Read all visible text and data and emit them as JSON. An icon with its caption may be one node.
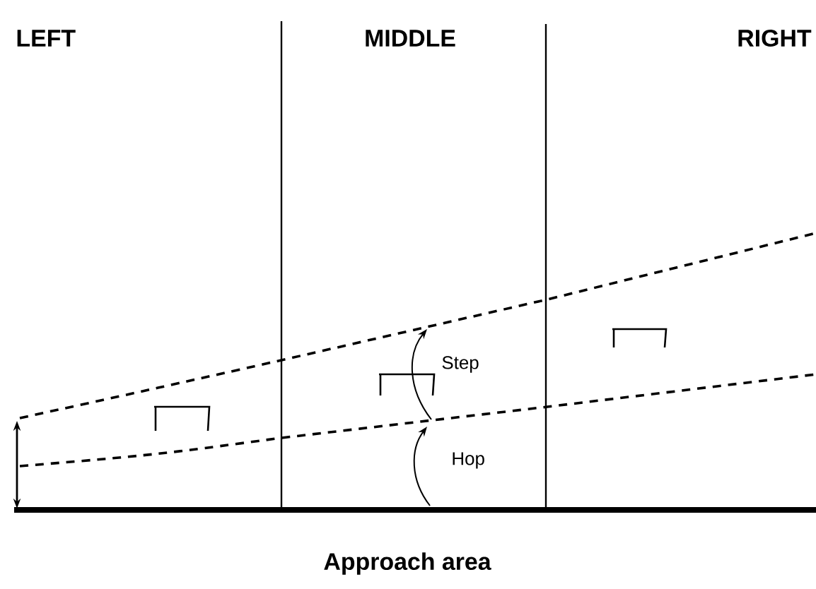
{
  "diagram": {
    "caption": "Approach area",
    "labels": [
      "LEFT",
      "MIDDLE",
      "RIGHT",
      "Step",
      "Hop"
    ]
  }
}
